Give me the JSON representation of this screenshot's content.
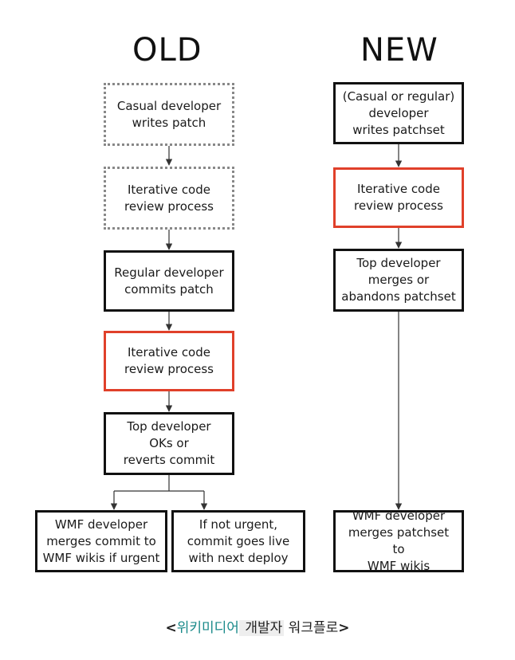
{
  "old": {
    "title": "OLD",
    "boxes": {
      "casual_writes": "Casual developer\nwrites patch",
      "review_1": "Iterative code\nreview process",
      "regular_commits": "Regular developer\ncommits patch",
      "review_2": "Iterative code\nreview process",
      "top_oks": "Top developer\nOKs or\nreverts commit",
      "wmf_merges": "WMF developer\nmerges commit to\nWMF wikis if urgent",
      "not_urgent": "If not urgent,\ncommit goes live\nwith next deploy"
    }
  },
  "new": {
    "title": "NEW",
    "boxes": {
      "writes_patchset": "(Casual or regular)\ndeveloper\nwrites patchset",
      "review": "Iterative code\nreview process",
      "top_merges": "Top developer\nmerges or\nabandons patchset",
      "wmf_merges": "WMF developer\nmerges patchset to\nWMF wikis"
    }
  },
  "caption": {
    "open": "<",
    "link": "위키미디어",
    "middle": " 개발자",
    "rest": " 워크플로",
    "close": ">"
  },
  "colors": {
    "border": "#111111",
    "dotted": "#888888",
    "highlight": "#e0402a",
    "link": "#1a8a8a"
  }
}
